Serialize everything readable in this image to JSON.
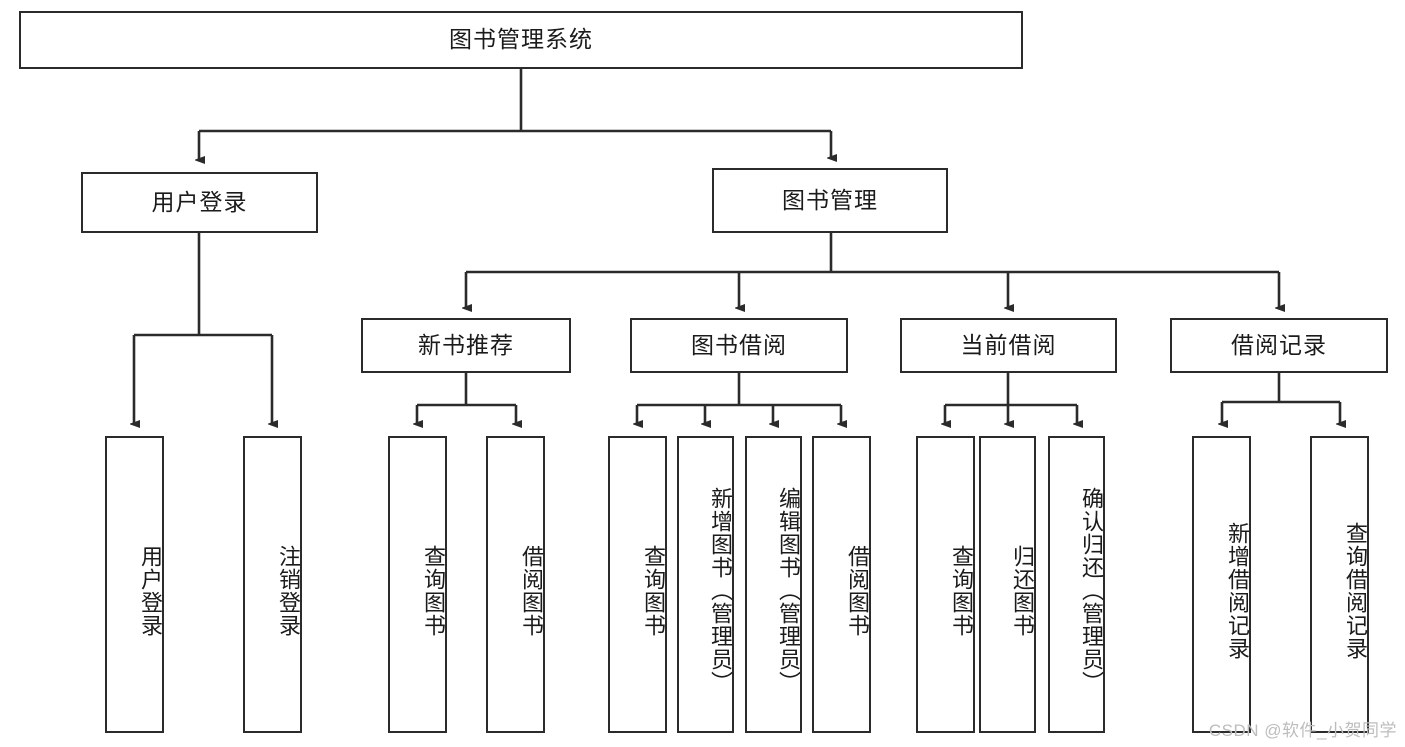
{
  "diagram": {
    "title": "图书管理系统",
    "type": "tree-hierarchy",
    "watermark": "CSDN @软件_小贺同学",
    "colors": {
      "stroke": "#2b2b2b",
      "fill": "#ffffff",
      "text": "#1b1b1b",
      "watermark": "#bdbdbd"
    },
    "root": {
      "label": "图书管理系统"
    },
    "level1": [
      {
        "id": "user-login",
        "label": "用户登录"
      },
      {
        "id": "book-manage",
        "label": "图书管理"
      }
    ],
    "level2": [
      {
        "id": "new-book-recommend",
        "label": "新书推荐",
        "parent": "book-manage"
      },
      {
        "id": "book-borrow",
        "label": "图书借阅",
        "parent": "book-manage"
      },
      {
        "id": "current-borrow",
        "label": "当前借阅",
        "parent": "book-manage"
      },
      {
        "id": "borrow-record",
        "label": "借阅记录",
        "parent": "book-manage"
      }
    ],
    "leaves": {
      "user-login": [
        {
          "id": "leaf-user-login",
          "label": "用户登录"
        },
        {
          "id": "leaf-logout",
          "label": "注销登录"
        }
      ],
      "new-book-recommend": [
        {
          "id": "leaf-query-book-1",
          "label": "查询图书"
        },
        {
          "id": "leaf-borrow-book-1",
          "label": "借阅图书"
        }
      ],
      "book-borrow": [
        {
          "id": "leaf-query-book-2",
          "label": "查询图书"
        },
        {
          "id": "leaf-add-book",
          "label": "新增图书（管理员）"
        },
        {
          "id": "leaf-edit-book",
          "label": "编辑图书（管理员）"
        },
        {
          "id": "leaf-borrow-book-2",
          "label": "借阅图书"
        }
      ],
      "current-borrow": [
        {
          "id": "leaf-query-book-3",
          "label": "查询图书"
        },
        {
          "id": "leaf-return-book",
          "label": "归还图书"
        },
        {
          "id": "leaf-confirm-return",
          "label": "确认归还（管理员）"
        }
      ],
      "borrow-record": [
        {
          "id": "leaf-add-record",
          "label": "新增借阅记录"
        },
        {
          "id": "leaf-query-record",
          "label": "查询借阅记录"
        }
      ]
    }
  }
}
